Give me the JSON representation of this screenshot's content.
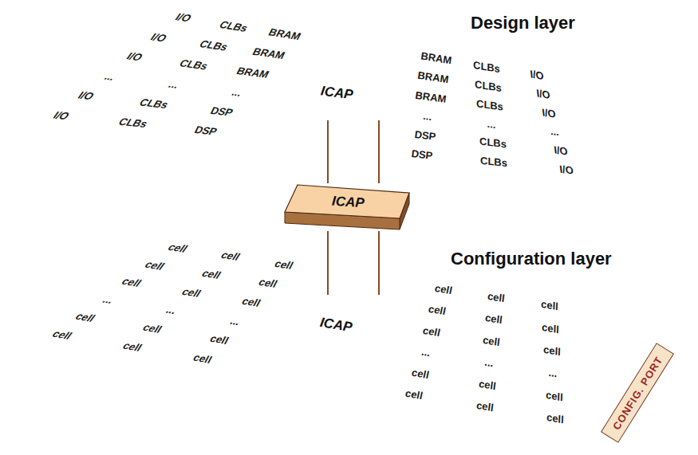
{
  "diagram": {
    "nodes": [
      {
        "text": [
          "Design layer"
        ]
      },
      {
        "text": [
          "ICAP"
        ],
        "in": 0
      },
      {
        "text": [
          "ICAP"
        ]
      },
      {
        "text": [
          "Configuration layer"
        ]
      },
      {
        "text": [
          "ICAP"
        ],
        "in": 3
      },
      {
        "text": [
          "CONFIG. PORT"
        ],
        "in": 3
      }
    ],
    "edges": [
      {
        "from": 2,
        "to": 1,
        "arrow": "none"
      },
      {
        "from": 2,
        "to": 4,
        "arrow": "none"
      }
    ],
    "labels": [
      "I/O",
      "CLBs",
      "BRAM",
      "BRAM",
      "CLBs",
      "I/O",
      "I/O",
      "CLBs",
      "BRAM",
      "BRAM",
      "CLBs",
      "I/O",
      "I/O",
      "CLBs",
      "BRAM",
      "BRAM",
      "CLBs",
      "I/O",
      "...",
      "...",
      "...",
      "...",
      "...",
      "...",
      "I/O",
      "CLBs",
      "DSP",
      "DSP",
      "CLBs",
      "I/O",
      "I/O",
      "CLBs",
      "DSP",
      "DSP",
      "CLBs",
      "I/O",
      "cell",
      "cell",
      "cell",
      "cell",
      "cell",
      "cell",
      "cell",
      "cell",
      "cell",
      "cell",
      "cell",
      "cell",
      "cell",
      "cell",
      "cell",
      "cell",
      "cell",
      "cell",
      "...",
      "...",
      "...",
      "...",
      "...",
      "...",
      "cell",
      "cell",
      "cell",
      "cell",
      "cell",
      "cell",
      "cell",
      "cell",
      "cell",
      "cell",
      "cell",
      "cell"
    ]
  }
}
